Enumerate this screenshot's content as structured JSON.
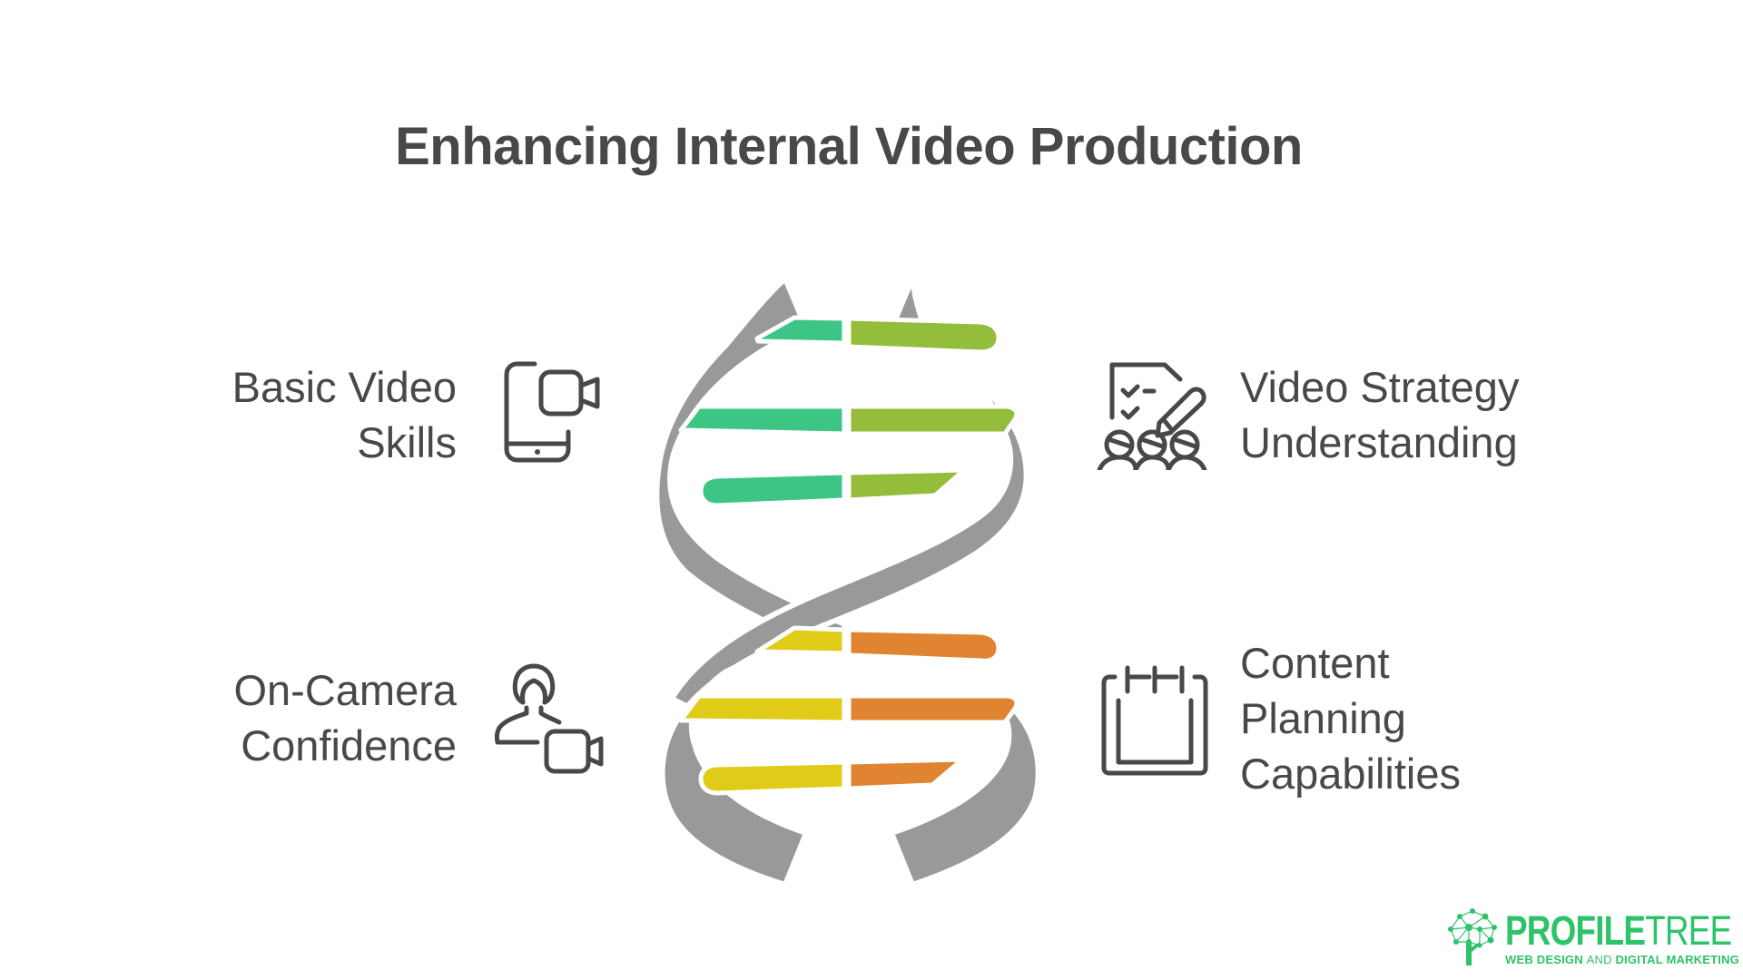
{
  "title": "Enhancing Internal Video Production",
  "items": [
    {
      "position": "top-left",
      "label_lines": [
        "Basic Video",
        "Skills"
      ],
      "icon": "smartphone-video-camera-icon",
      "strand_colors": [
        "#3cc585",
        "#93bd3b"
      ]
    },
    {
      "position": "top-right",
      "label_lines": [
        "Video Strategy",
        "Understanding"
      ],
      "icon": "checklist-pencil-team-icon",
      "strand_colors": [
        "#3cc585",
        "#93bd3b"
      ]
    },
    {
      "position": "bottom-left",
      "label_lines": [
        "On-Camera",
        "Confidence"
      ],
      "icon": "person-video-camera-icon",
      "strand_colors": [
        "#e0cb18",
        "#e08431"
      ]
    },
    {
      "position": "bottom-right",
      "label_lines": [
        "Content",
        "Planning",
        "Capabilities"
      ],
      "icon": "calendar-icon",
      "strand_colors": [
        "#e0cb18",
        "#e08431"
      ]
    }
  ],
  "colors": {
    "text": "#484848",
    "helix": "#999999",
    "green": "#3cc585",
    "lime": "#93bd3b",
    "yellow": "#e0cb18",
    "orange": "#e08431",
    "brand": "#2ec26a"
  },
  "logo": {
    "name_bold": "PROFILE",
    "name_thin": "TREE",
    "tagline_bold_1": "WEB DESIGN ",
    "tagline_thin": "AND ",
    "tagline_bold_2": "DIGITAL MARKETING"
  }
}
